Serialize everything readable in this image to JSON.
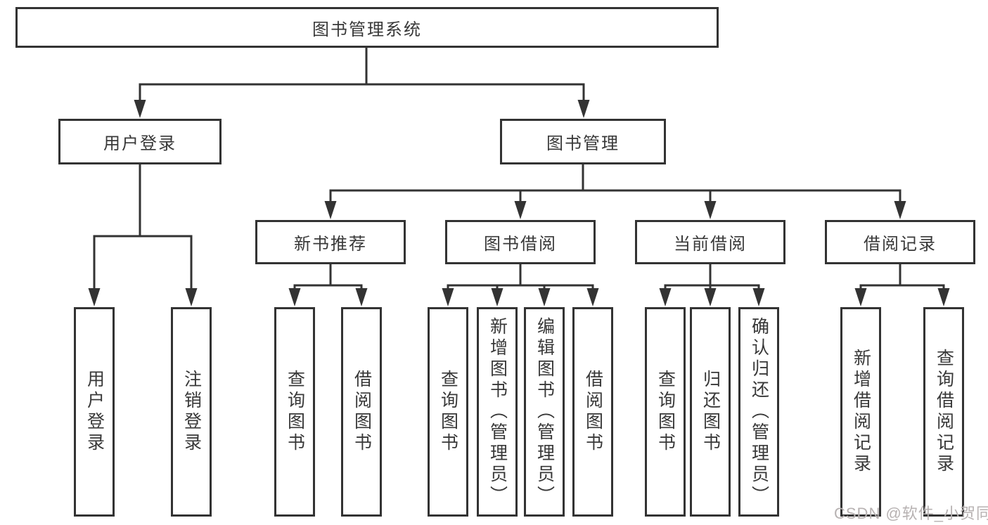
{
  "diagram_title": "图书管理系统",
  "colors": {
    "line": "#333333",
    "box_border": "#333333",
    "text": "#383838",
    "background": "#ffffff",
    "watermark": "#b7b2b2"
  },
  "watermark": {
    "text": "CSDN @软件_小贺同学"
  },
  "tree": {
    "root": {
      "label": "图书管理系统",
      "children": [
        {
          "label": "用户登录",
          "children": [
            {
              "label": "用户登录"
            },
            {
              "label": "注销登录"
            }
          ]
        },
        {
          "label": "图书管理",
          "children": [
            {
              "label": "新书推荐",
              "children": [
                {
                  "label": "查询图书"
                },
                {
                  "label": "借阅图书"
                }
              ]
            },
            {
              "label": "图书借阅",
              "children": [
                {
                  "label": "查询图书"
                },
                {
                  "label": "新增图书（管理员）"
                },
                {
                  "label": "编辑图书（管理员）"
                },
                {
                  "label": "借阅图书"
                }
              ]
            },
            {
              "label": "当前借阅",
              "children": [
                {
                  "label": "查询图书"
                },
                {
                  "label": "归还图书"
                },
                {
                  "label": "确认归还（管理员）"
                }
              ]
            },
            {
              "label": "借阅记录",
              "children": [
                {
                  "label": "新增借阅记录"
                },
                {
                  "label": "查询借阅记录"
                }
              ]
            }
          ]
        }
      ]
    }
  }
}
